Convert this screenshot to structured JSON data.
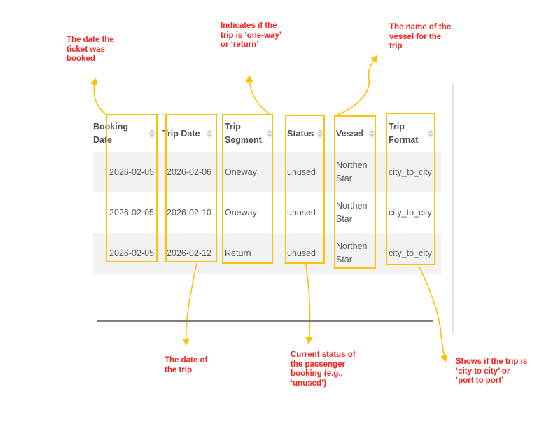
{
  "colors": {
    "highlight": "#ffc104",
    "label": "#f8221b",
    "row_stripe": "#f2f2f2",
    "header_text": "#4f5254",
    "cell_text": "#575757"
  },
  "table": {
    "columns": [
      {
        "id": "booking-date",
        "label": "Booking Date",
        "sort_icon": "up-down-arrows"
      },
      {
        "id": "trip-date",
        "label": "Trip Date",
        "sort_icon": "up-down-arrows"
      },
      {
        "id": "trip-segment",
        "label": "Trip Segment",
        "sort_icon": "up-down-arrows"
      },
      {
        "id": "status",
        "label": "Status",
        "sort_icon": "up-down-arrows"
      },
      {
        "id": "vessel",
        "label": "Vessel",
        "sort_icon": "up-down-arrows"
      },
      {
        "id": "trip-format",
        "label": "Trip Format",
        "sort_icon": "up-down-arrows"
      }
    ],
    "rows": [
      {
        "cells": [
          "2026-02-05",
          "2026-02-06",
          "Oneway",
          "unused",
          "Northen Star",
          "city_to_city"
        ]
      },
      {
        "cells": [
          "2026-02-05",
          "2026-02-10",
          "Oneway",
          "unused",
          "Northen Star",
          "city_to_city"
        ]
      },
      {
        "cells": [
          "2026-02-05",
          "2026-02-12",
          "Return",
          "unused",
          "Northen Star",
          "city_to_city"
        ]
      }
    ]
  },
  "annotations": {
    "booking_date": "The date the\nticket was\nbooked",
    "trip_segment": "Indicates if the\ntrip is ‘one-way’\nor ‘return’",
    "vessel": "The name of the\nvessel for the\ntrip",
    "trip_date": "The date of\nthe trip",
    "status": "Current status of\nthe passenger\nbooking (e.g.,\n‘unused’)",
    "trip_format": "Shows if the trip is\n‘city to city’ or\n‘port to port’"
  }
}
